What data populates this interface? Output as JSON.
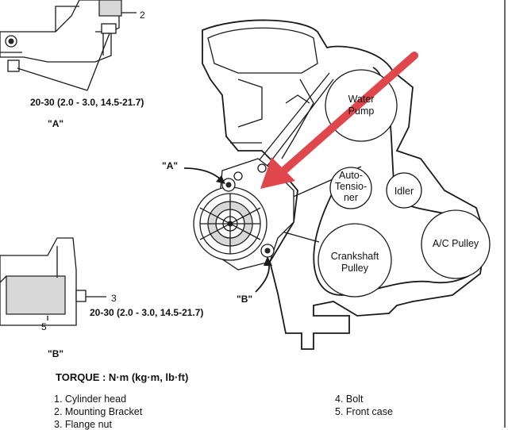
{
  "callouts": {
    "a_top_ref": "\"A\"",
    "a_main_ref": "\"A\"",
    "b_main_ref": "\"B\"",
    "b_bottom_ref": "\"B\"",
    "num_2": "2",
    "num_3": "3",
    "num_5": "5"
  },
  "torque_specs": {
    "top": "20-30 (2.0 - 3.0, 14.5-21.7)",
    "bottom": "20-30 (2.0 - 3.0, 14.5-21.7)"
  },
  "pulleys": {
    "water_pump": [
      "Water",
      "Pump"
    ],
    "auto_tensioner": [
      "Auto-",
      "Tensio-",
      "ner"
    ],
    "idler": [
      "Idler"
    ],
    "crankshaft": [
      "Crankshaft",
      "Pulley"
    ],
    "ac": [
      "A/C Pulley"
    ]
  },
  "torque": {
    "title": "TORQUE : N·m (kg·m, lb·ft)"
  },
  "legend": {
    "items_left": [
      "1. Cylinder head",
      "2. Mounting Bracket",
      "3. Flange nut"
    ],
    "items_right": [
      "4. Bolt",
      "5. Front case"
    ]
  },
  "colors": {
    "arrow": "#e0474c",
    "line": "#1a1a1a"
  }
}
